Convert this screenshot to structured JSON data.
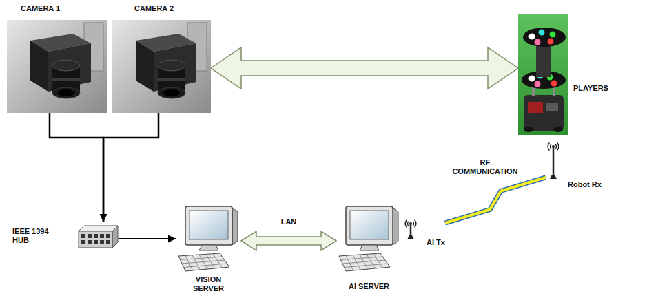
{
  "diagram": {
    "nodes": [
      {
        "text": [
          "CAMERA 1"
        ]
      },
      {
        "text": [
          "CAMERA 2"
        ]
      },
      {
        "text": [
          "PLAYERS"
        ]
      },
      {
        "text": [
          "Robot Rx"
        ]
      },
      {
        "text": [
          "IEEE 1394 HUB"
        ]
      },
      {
        "text": [
          "VISION SERVER"
        ]
      },
      {
        "text": [
          "AI SERVER"
        ]
      },
      {
        "text": [
          "AI Tx"
        ]
      }
    ],
    "edges": [
      {
        "from": 0,
        "to": 4,
        "arrow": "to"
      },
      {
        "from": 1,
        "to": 4,
        "arrow": "to"
      },
      {
        "from": 1,
        "to": 2,
        "arrow": "both"
      },
      {
        "from": 4,
        "to": 5,
        "arrow": "to"
      },
      {
        "from": 5,
        "to": 6,
        "label": "LAN",
        "arrow": "both"
      },
      {
        "from": 7,
        "to": 3,
        "label": "RF COMMUNICATION",
        "arrow": "none"
      }
    ]
  }
}
